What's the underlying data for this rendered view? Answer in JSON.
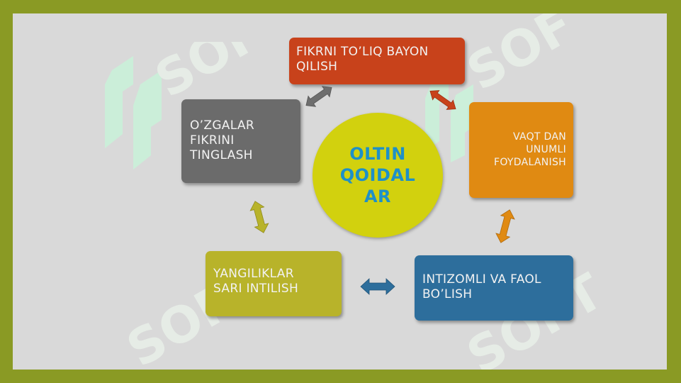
{
  "diagram": {
    "center": {
      "lines": [
        "OLTIN",
        "QOIDAL",
        "AR"
      ],
      "color": "#d2d10e",
      "text_color": "#1e90c8"
    },
    "boxes": {
      "top": {
        "lines": [
          "FIKRNI TO’LIQ BAYON",
          "QILISH"
        ],
        "color": "#c8421b"
      },
      "left": {
        "lines": [
          "O’ZGALAR",
          "FIKRINI",
          "TINGLASH"
        ],
        "color": "#6b6b6b"
      },
      "right": {
        "lines": [
          "VAQT DAN",
          "UNUMLI",
          "FOYDALANISH"
        ],
        "color": "#e08a12"
      },
      "bottom_left": {
        "lines": [
          "YANGILIKLAR",
          "SARI INTILISH"
        ],
        "color": "#b8b32a"
      },
      "bottom_right": {
        "lines": [
          "INTIZOMLI VA FAOL",
          "BO’LISH"
        ],
        "color": "#2d6e9c"
      }
    },
    "arrows": [
      {
        "name": "left-top-arrow",
        "color": "#6e6e6e"
      },
      {
        "name": "top-right-arrow",
        "color": "#c8421b"
      },
      {
        "name": "right-bottomright-arrow",
        "color": "#e08a12"
      },
      {
        "name": "bottomright-bottomleft-arrow",
        "color": "#2d6e9c"
      },
      {
        "name": "bottomleft-left-arrow",
        "color": "#b8b32a"
      }
    ]
  },
  "watermark": {
    "text": "SOFT",
    "color": "#c8f0d8"
  },
  "frame_color": "#8a9a24"
}
